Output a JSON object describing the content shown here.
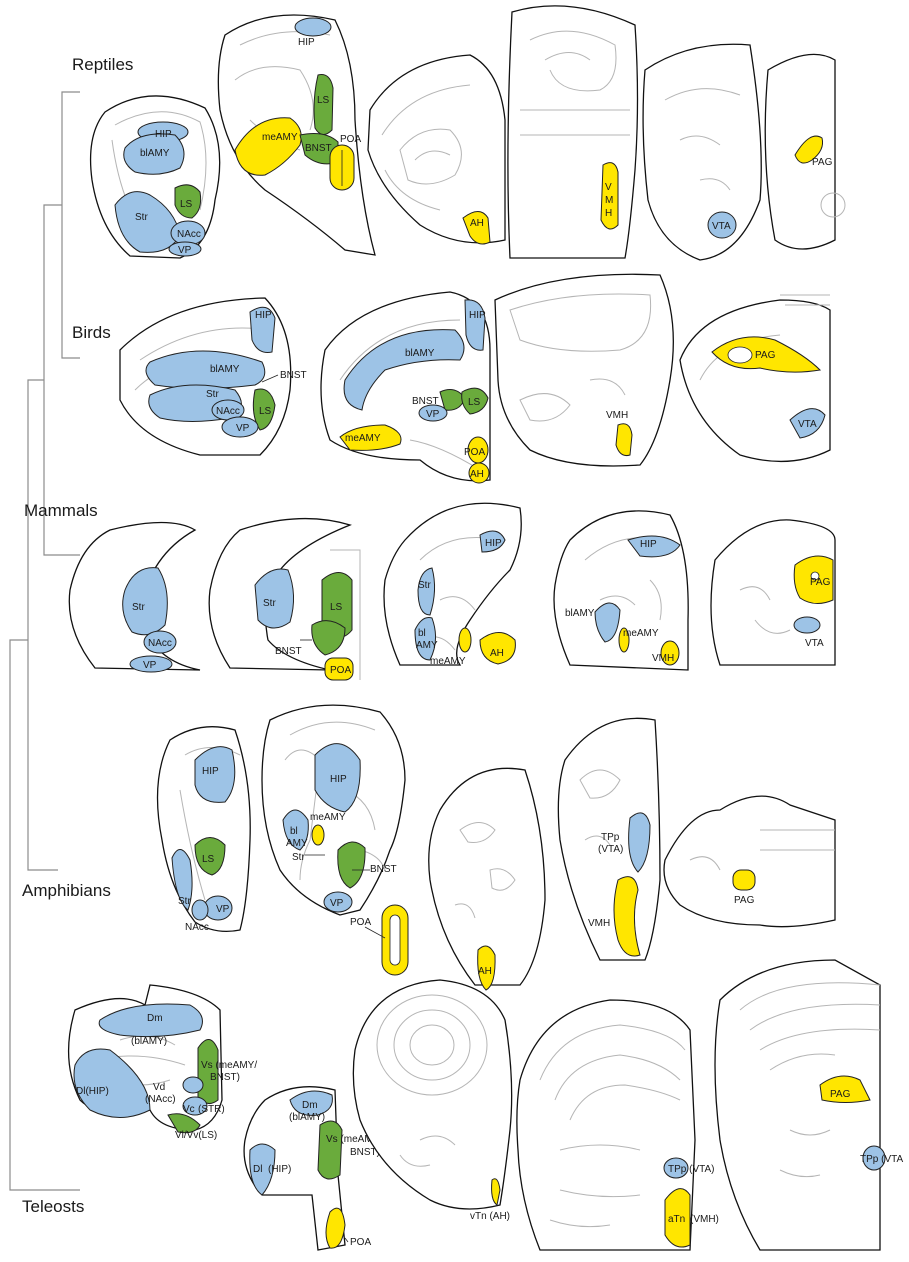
{
  "colors": {
    "blue": "#9DC3E6",
    "green": "#6AAB3C",
    "yellow": "#FFE600"
  },
  "taxa": {
    "reptiles": "Reptiles",
    "birds": "Birds",
    "mammals": "Mammals",
    "amphibians": "Amphibians",
    "teleosts": "Teleosts"
  },
  "labels": {
    "HIP": "HIP",
    "blAMY": "blAMY",
    "LS": "LS",
    "Str": "Str",
    "NAcc": "NAcc",
    "VP": "VP",
    "meAMY": "meAMY",
    "BNST": "BNST",
    "POA": "POA",
    "AH": "AH",
    "V": "V",
    "M": "M",
    "H": "H",
    "VTA": "VTA",
    "PAG": "PAG",
    "VMH": "VMH",
    "bl": "bl",
    "AMY": "AMY",
    "TPp": "TPp",
    "VTA_paren": "(VTA)",
    "Dm": "Dm",
    "blAMY_paren": "(blAMY)",
    "Vs_meAMY": "Vs (meAMY/",
    "BNST_close": "BNST)",
    "Vd": "Vd",
    "NAcc_paren": "(NAcc)",
    "Vc": "Vc",
    "STR_paren": "(STR)",
    "Dl_HIP": "Dl(HIP)",
    "VlVv_LS": "Vl/Vv(LS)",
    "Dl_space": "Dl",
    "HIP_paren": "(HIP)",
    "vTn_AH": "vTn (AH)",
    "TPp_VTA": "TPp (VTA)",
    "aTn": "aTn",
    "VMH_paren": "(VMH)",
    "TPp_VTA_right": "TPp (VTA"
  }
}
